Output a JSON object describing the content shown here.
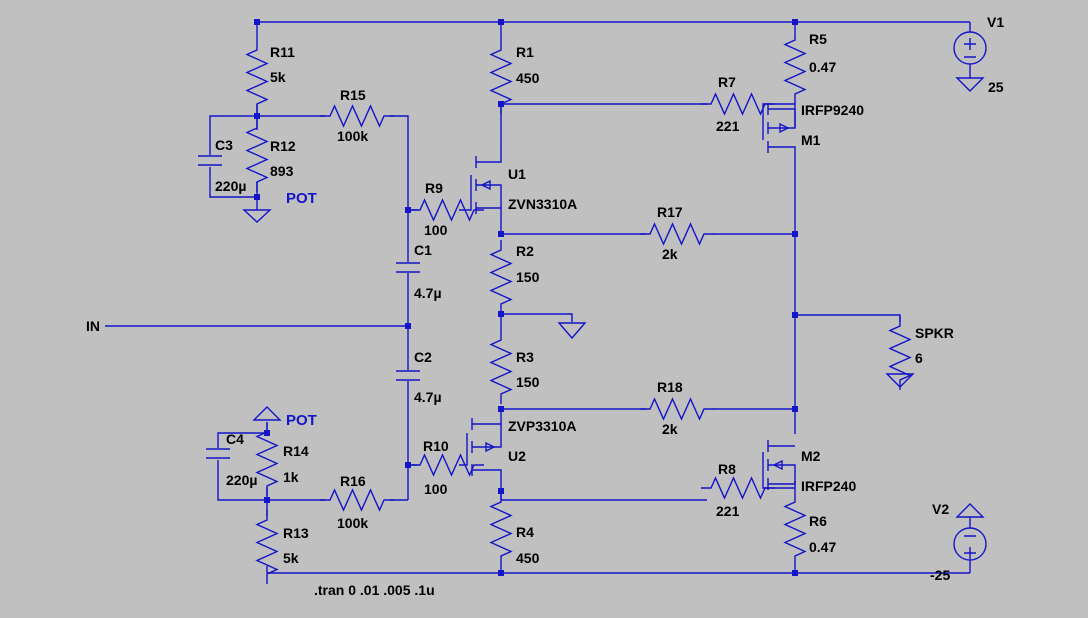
{
  "colors": {
    "background": "#c0c0c0",
    "wire": "#1414c8",
    "label": "#000000",
    "net_label": "#1414c8"
  },
  "components": {
    "R1": {
      "name": "R1",
      "value": "450"
    },
    "R2": {
      "name": "R2",
      "value": "150"
    },
    "R3": {
      "name": "R3",
      "value": "150"
    },
    "R4": {
      "name": "R4",
      "value": "450"
    },
    "R5": {
      "name": "R5",
      "value": "0.47"
    },
    "R6": {
      "name": "R6",
      "value": "0.47"
    },
    "R7": {
      "name": "R7",
      "value": "221"
    },
    "R8": {
      "name": "R8",
      "value": "221"
    },
    "R9": {
      "name": "R9",
      "value": "100"
    },
    "R10": {
      "name": "R10",
      "value": "100"
    },
    "R11": {
      "name": "R11",
      "value": "5k"
    },
    "R12": {
      "name": "R12",
      "value": "893"
    },
    "R13": {
      "name": "R13",
      "value": "5k"
    },
    "R14": {
      "name": "R14",
      "value": "1k"
    },
    "R15": {
      "name": "R15",
      "value": "100k"
    },
    "R16": {
      "name": "R16",
      "value": "100k"
    },
    "R17": {
      "name": "R17",
      "value": "2k"
    },
    "R18": {
      "name": "R18",
      "value": "2k"
    },
    "SPKR": {
      "name": "SPKR",
      "value": "6"
    },
    "C1": {
      "name": "C1",
      "value": "4.7µ"
    },
    "C2": {
      "name": "C2",
      "value": "4.7µ"
    },
    "C3": {
      "name": "C3",
      "value": "220µ"
    },
    "C4": {
      "name": "C4",
      "value": "220µ"
    },
    "U1": {
      "name": "U1",
      "value": "ZVN3310A"
    },
    "U2": {
      "name": "U2",
      "value": "ZVP3310A"
    },
    "M1": {
      "name": "M1",
      "value": "IRFP9240"
    },
    "M2": {
      "name": "M2",
      "value": "IRFP240"
    },
    "V1": {
      "name": "V1",
      "value": "25"
    },
    "V2": {
      "name": "V2",
      "value": "-25"
    }
  },
  "nets": {
    "pot_top": "POT",
    "pot_bottom": "POT",
    "input": "IN"
  },
  "directive": ".tran 0 .01 .005 .1u"
}
